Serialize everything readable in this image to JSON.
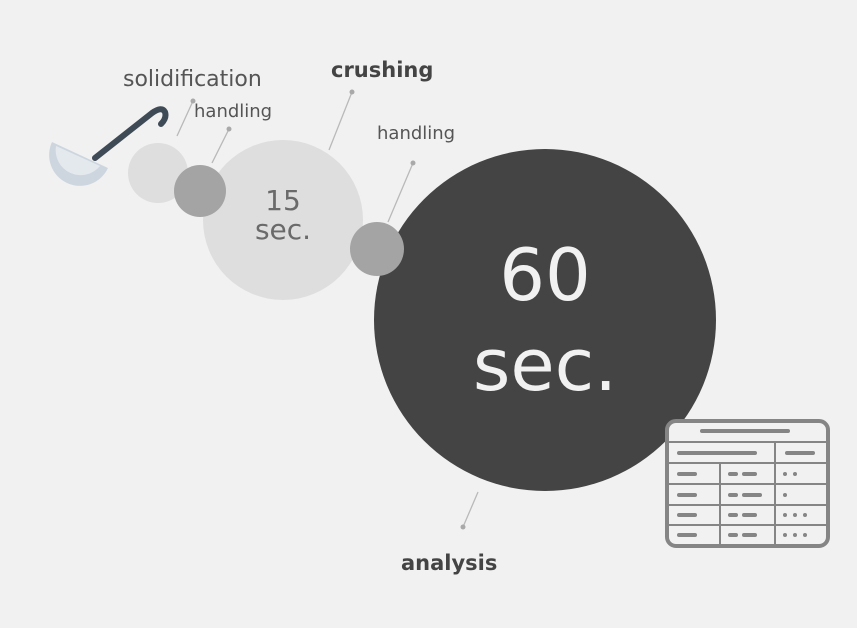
{
  "labels": {
    "solidification": "solidification",
    "handling_1": "handling",
    "crushing": "crushing",
    "handling_2": "handling",
    "analysis": "analysis"
  },
  "steps": {
    "crushing_time": {
      "value": "15",
      "unit": "sec."
    },
    "analysis_time": {
      "value": "60",
      "unit": "sec."
    }
  },
  "colors": {
    "background": "#f1f1f1",
    "light_circle": "#dedede",
    "mid_circle": "#a4a4a4",
    "dark_circle": "#444444",
    "ladle": "#3e4a56",
    "ladle_bowl": "#cdd6df",
    "table_icon": "#858585"
  },
  "icons": {
    "ladle": "ladle-icon",
    "table": "data-table-icon"
  }
}
